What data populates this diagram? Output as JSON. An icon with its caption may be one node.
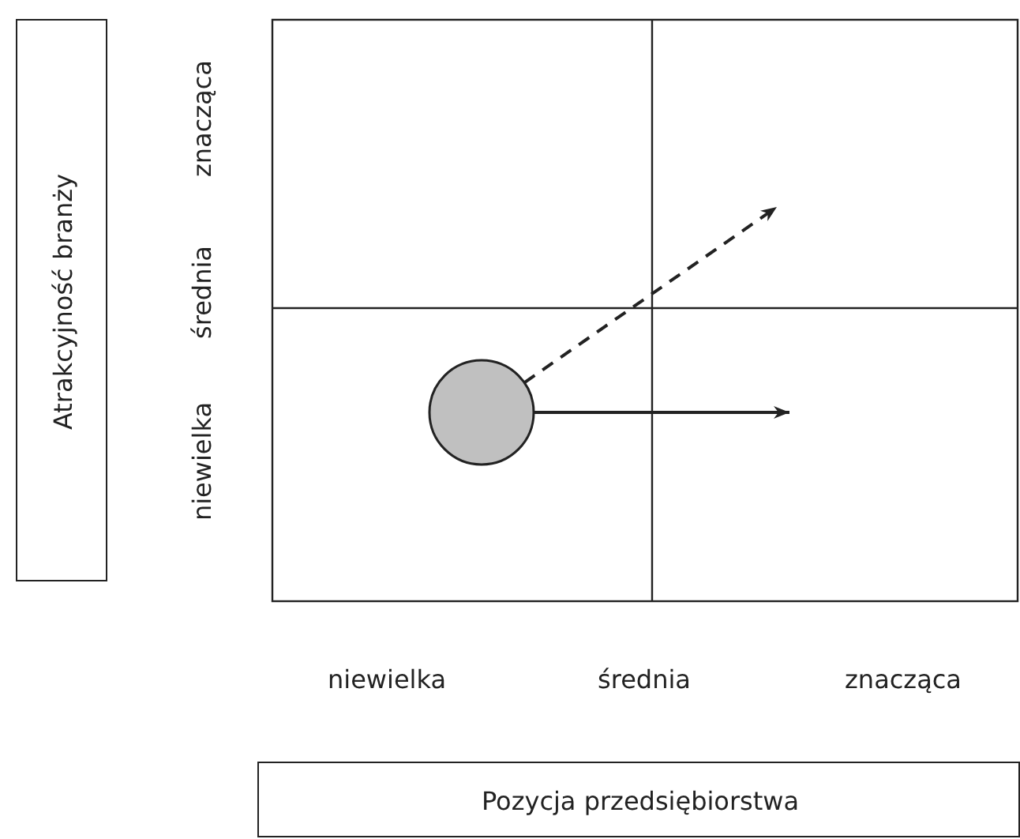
{
  "diagram": {
    "nodes": [
      {
        "text": [
          "Atrakcyjność branży"
        ]
      },
      {
        "text": [
          "Pozycja przedsiębiorstwa"
        ]
      },
      {
        "text": [],
        "shape": "circle"
      }
    ],
    "edges": [
      {
        "from": 2,
        "to": null,
        "arrow": "to",
        "style": "dashed"
      },
      {
        "from": 2,
        "to": null,
        "arrow": "to"
      }
    ],
    "labels": [
      "znacząca",
      "średnia",
      "niewielka",
      "niewielka",
      "średnia",
      "znacząca"
    ]
  }
}
